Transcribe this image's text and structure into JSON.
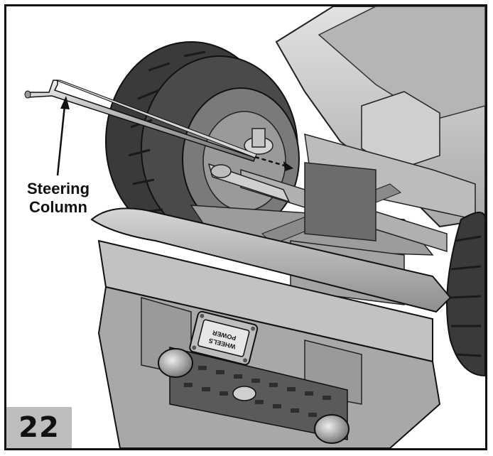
{
  "callout": {
    "line1": "Steering",
    "line2": "Column"
  },
  "step": {
    "number": "22"
  },
  "plate": {
    "line1": "POWER",
    "line2": "WHEELS"
  },
  "colors": {
    "body": "#c8c8c8",
    "tire": "#3a3a3a",
    "frame": "#111111",
    "badge": "#bdbdbd"
  }
}
